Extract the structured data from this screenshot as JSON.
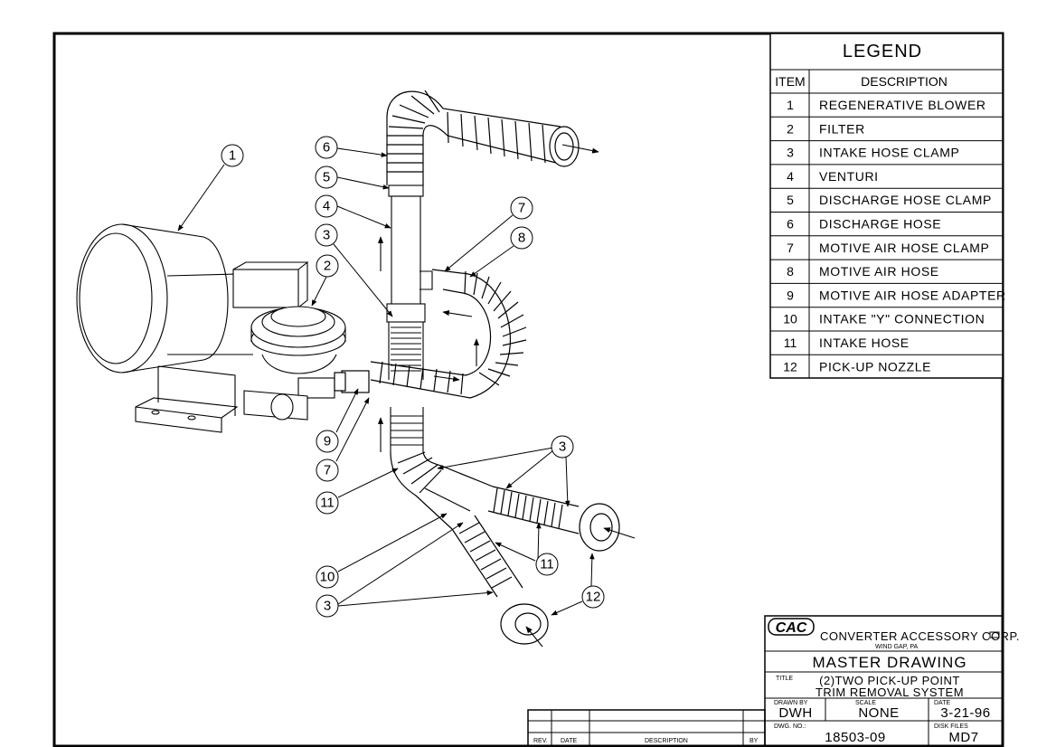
{
  "legend": {
    "title": "LEGEND",
    "col_item": "ITEM",
    "col_desc": "DESCRIPTION",
    "items": [
      {
        "item": "1",
        "desc": "REGENERATIVE BLOWER"
      },
      {
        "item": "2",
        "desc": "FILTER"
      },
      {
        "item": "3",
        "desc": "INTAKE HOSE CLAMP"
      },
      {
        "item": "4",
        "desc": "VENTURI"
      },
      {
        "item": "5",
        "desc": "DISCHARGE HOSE CLAMP"
      },
      {
        "item": "6",
        "desc": "DISCHARGE HOSE"
      },
      {
        "item": "7",
        "desc": "MOTIVE AIR HOSE CLAMP"
      },
      {
        "item": "8",
        "desc": "MOTIVE AIR HOSE"
      },
      {
        "item": "9",
        "desc": "MOTIVE AIR HOSE ADAPTER"
      },
      {
        "item": "10",
        "desc": "INTAKE \"Y\" CONNECTION"
      },
      {
        "item": "11",
        "desc": "INTAKE HOSE"
      },
      {
        "item": "12",
        "desc": "PICK-UP NOZZLE"
      }
    ]
  },
  "balloons": {
    "b1": "1",
    "b2": "2",
    "b3a": "3",
    "b4": "4",
    "b5": "5",
    "b6": "6",
    "b7a": "7",
    "b8": "8",
    "b9": "9",
    "b7b": "7",
    "b11a": "11",
    "b3b": "3",
    "b11b": "11",
    "b10": "10",
    "b3c": "3",
    "b12": "12"
  },
  "title_block": {
    "logo": "CAC",
    "company": "CONVERTER ACCESSORY CORP.",
    "location": "WIND GAP, PA",
    "master": "MASTER DRAWING",
    "title_label": "TITLE",
    "title_line1": "(2)TWO PICK-UP POINT",
    "title_line2": "TRIM REMOVAL SYSTEM",
    "drawn_label": "DRAWN BY",
    "drawn": "DWH",
    "scale_label": "SCALE",
    "scale": "NONE",
    "date_label": "DATE",
    "date": "3-21-96",
    "dwg_label": "DWG. NO.:",
    "dwg": "18503-09",
    "disk_label": "DISK FILES",
    "disk": "MD7"
  },
  "revision_block": {
    "rev": "REV.",
    "date": "DATE",
    "description": "DESCRIPTION",
    "by": "BY"
  }
}
